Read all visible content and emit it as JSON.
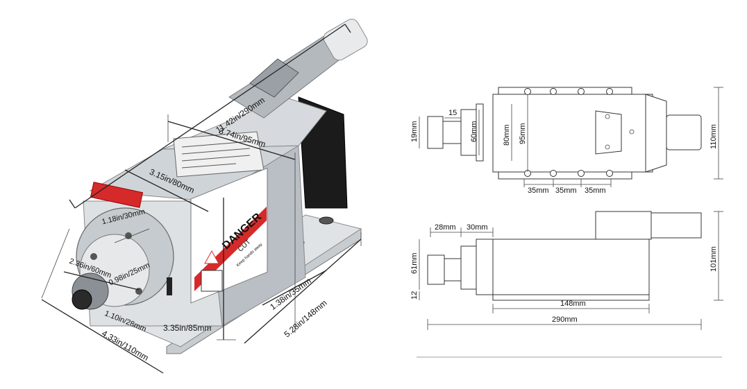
{
  "photo": {
    "overall_length": "11.42in/290mm",
    "body_width_top": "3.74in/95mm",
    "body_width_inner": "3.15in/80mm",
    "collet_dia": "1.18in/30mm",
    "nose_dia": "2.36in/60mm",
    "nut_dia": "0.98in/25mm",
    "nut_len": "1.10in/28mm",
    "base_depth": "4.33in/110mm",
    "body_height": "3.35in/85mm",
    "hole_spacing": "1.38in/35mm",
    "body_length": "5.28in/148mm",
    "warning_word": "DANGER",
    "warning_sub": "CUT",
    "warning_small": "Keep hands away"
  },
  "top_view": {
    "collet_len": "15",
    "collet_height": "19mm",
    "nose_height": "60mm",
    "body_inner": "80mm",
    "body_outer": "95mm",
    "overall_height": "110mm",
    "hole_pitch": [
      "35mm",
      "35mm",
      "35mm"
    ]
  },
  "side_view": {
    "nose_len": "28mm",
    "flange_len": "30mm",
    "body_height": "61mm",
    "base_height": "12",
    "total_height": "101mm",
    "body_len": "148mm",
    "overall_len": "290mm"
  },
  "colors": {
    "danger_red": "#d62a2a",
    "metal_light": "#d9dde0",
    "metal_mid": "#b8bec3",
    "metal_dark": "#8a9096",
    "fan_black": "#1b1b1b"
  }
}
